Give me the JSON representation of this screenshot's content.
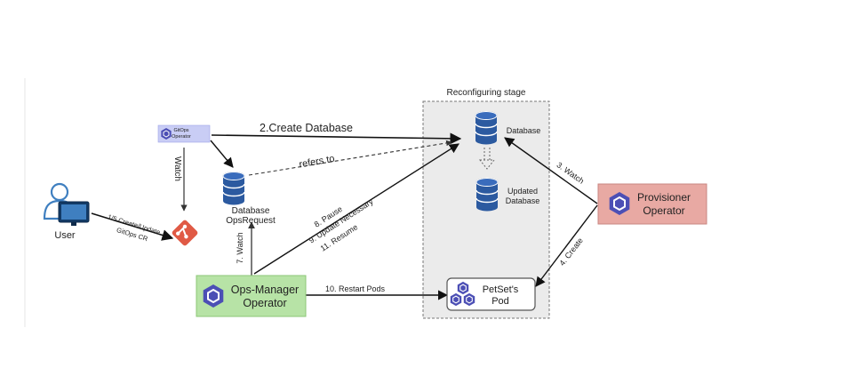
{
  "stage": {
    "label": "Reconfiguring stage"
  },
  "user": {
    "label": "User"
  },
  "gitops_operator": {
    "line1": "GitOps",
    "line2": "Operator"
  },
  "ops_request": {
    "line1": "Database",
    "line2": "OpsRequest"
  },
  "ops_manager": {
    "line1": "Ops-Manager",
    "line2": "Operator"
  },
  "database": {
    "label": "Database"
  },
  "updated_database": {
    "line1": "Updated",
    "line2": "Database"
  },
  "petset_pod": {
    "line1": "PetSet's",
    "line2": "Pod"
  },
  "provisioner": {
    "line1": "Provisioner",
    "line2": "Operator"
  },
  "edges": {
    "create_update_line1": "1/5 Create/Update",
    "create_update_line2": "GitOps CR",
    "create_database": "2.Create Database",
    "watch_gitops": "Watch",
    "refers_to": "refers to",
    "watch_provisioner": "3. Watch",
    "create_provisioner": "4. Create",
    "watch_opsrequest": "7. Watch",
    "pause": "8. Pause",
    "update_necessary": "9. Update Necessary",
    "resume": "11. Resume",
    "restart_pods": "10. Restart Pods"
  },
  "colors": {
    "provisioner_fill": "#e8a9a3",
    "ops_manager_fill": "#b7e3a6",
    "gitops_fill": "#c9cdf5",
    "stage_fill": "#ebebeb",
    "database_fill": "#2c5aa0",
    "git_fill": "#e05a45",
    "user_fill": "#3f7fc0",
    "kube_fill": "#4c4fb5"
  }
}
